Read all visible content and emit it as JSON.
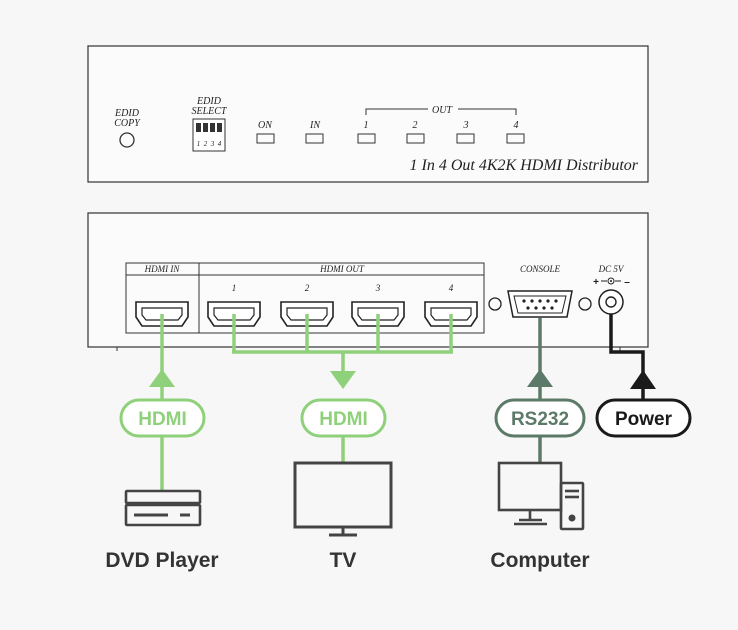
{
  "front_panel": {
    "edid_copy": [
      "EDID",
      "COPY"
    ],
    "edid_select": [
      "EDID",
      "SELECT"
    ],
    "dip_numbers": [
      "1",
      "2",
      "3",
      "4"
    ],
    "led_on": "ON",
    "led_in": "IN",
    "out_label": "OUT",
    "out_ports": [
      "1",
      "2",
      "3",
      "4"
    ],
    "product_name": "1 In 4 Out 4K2K HDMI Distributor"
  },
  "back_panel": {
    "hdmi_in": "HDMI  IN",
    "hdmi_out": "HDMI  OUT",
    "out_ports": [
      "1",
      "2",
      "3",
      "4"
    ],
    "console": "CONSOLE",
    "dc": "DC 5V",
    "polarity": [
      "+",
      "–"
    ]
  },
  "connections": [
    {
      "id": "hdmi-in",
      "label": "HDMI",
      "color": "#8fd17a"
    },
    {
      "id": "hdmi-out",
      "label": "HDMI",
      "color": "#8fd17a"
    },
    {
      "id": "rs232",
      "label": "RS232",
      "color": "#5c7a68"
    },
    {
      "id": "power",
      "label": "Power",
      "color": "#1a1a1a"
    }
  ],
  "devices": {
    "dvd": "DVD Player",
    "tv": "TV",
    "computer": "Computer"
  },
  "colors": {
    "background": "#f7f7f7",
    "panel_stroke": "#333333",
    "hdmi_green": "#8fd17a",
    "rs232_green": "#5c7a68",
    "power_black": "#1a1a1a",
    "icon_gray": "#444444"
  }
}
